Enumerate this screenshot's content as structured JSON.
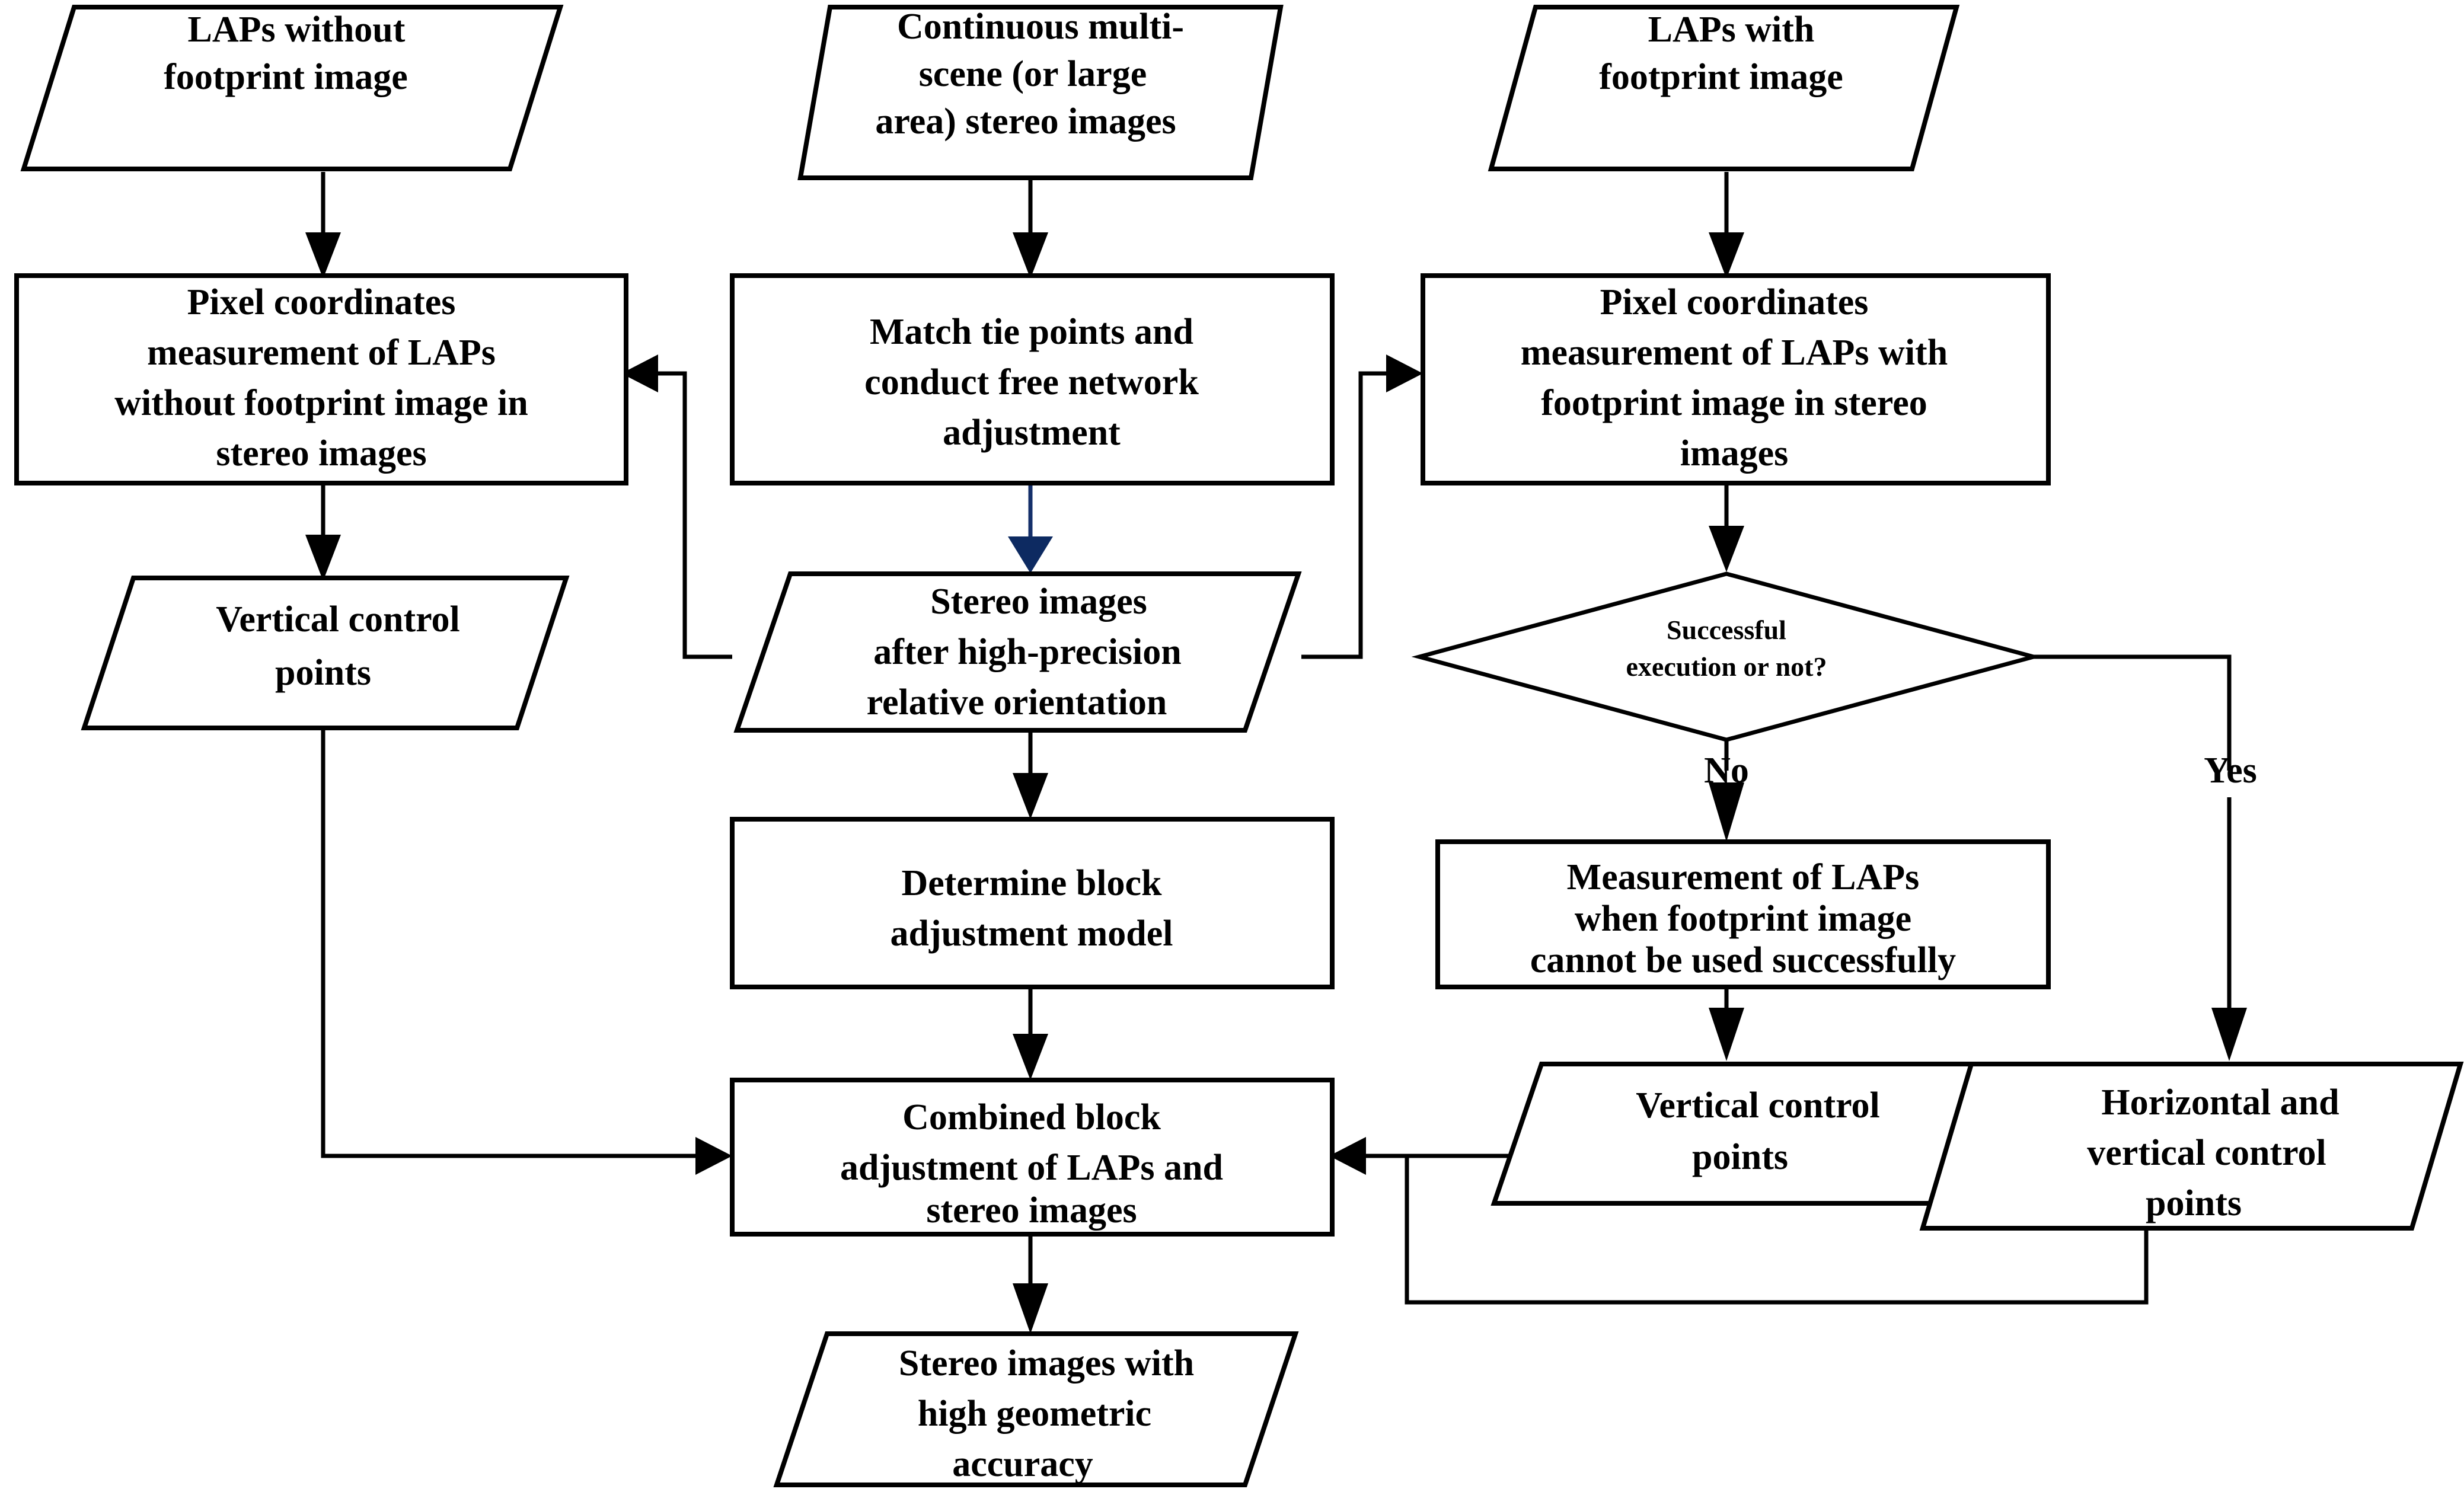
{
  "diagram": {
    "type": "flowchart",
    "title": "",
    "orientation": "top-to-bottom",
    "accent_colors": {
      "line": "#000000",
      "highlight_arrow": "#16306b",
      "node_fill": "#ffffff"
    },
    "nodes": [
      {
        "id": "laps_without",
        "shape": "parallelogram",
        "column": "left",
        "lines": [
          "LAPs without",
          "footprint image"
        ]
      },
      {
        "id": "continuous_stereo",
        "shape": "parallelogram",
        "column": "center",
        "lines": [
          "Continuous multi-",
          "scene (or large",
          "area) stereo images"
        ]
      },
      {
        "id": "laps_with",
        "shape": "parallelogram",
        "column": "right",
        "lines": [
          "LAPs with",
          "footprint image"
        ]
      },
      {
        "id": "pixel_coords_without",
        "shape": "rectangle",
        "column": "left",
        "lines": [
          "Pixel coordinates",
          "measurement of LAPs",
          "without footprint image in",
          "stereo images"
        ]
      },
      {
        "id": "match_tie_points",
        "shape": "rectangle",
        "column": "center",
        "lines": [
          "Match tie points and",
          "conduct free network",
          "adjustment"
        ]
      },
      {
        "id": "pixel_coords_with",
        "shape": "rectangle",
        "column": "right",
        "lines": [
          "Pixel coordinates",
          "measurement of LAPs with",
          "footprint image in stereo",
          "images"
        ]
      },
      {
        "id": "vertical_control_left",
        "shape": "parallelogram",
        "column": "left",
        "lines": [
          "Vertical control",
          "points"
        ]
      },
      {
        "id": "stereo_after_relative",
        "shape": "parallelogram",
        "column": "center",
        "lines": [
          "Stereo images",
          "after high-precision",
          "relative orientation"
        ]
      },
      {
        "id": "successful_execution",
        "shape": "diamond",
        "column": "right",
        "lines": [
          "Successful",
          "execution or not?"
        ]
      },
      {
        "id": "determine_block_model",
        "shape": "rectangle",
        "column": "center",
        "lines": [
          "Determine block",
          "adjustment model"
        ]
      },
      {
        "id": "measurement_cannot_use",
        "shape": "rectangle",
        "column": "right",
        "lines": [
          "Measurement of LAPs",
          "when footprint image",
          "cannot be used successfully"
        ]
      },
      {
        "id": "combined_block_adjustment",
        "shape": "rectangle",
        "column": "center",
        "lines": [
          "Combined block",
          "adjustment of LAPs and",
          "stereo images"
        ]
      },
      {
        "id": "vertical_control_right",
        "shape": "parallelogram",
        "column": "right",
        "lines": [
          "Vertical control",
          "points"
        ]
      },
      {
        "id": "horizontal_vertical_control",
        "shape": "parallelogram",
        "column": "far-right",
        "lines": [
          "Horizontal and",
          "vertical control",
          "points"
        ]
      },
      {
        "id": "stereo_high_accuracy",
        "shape": "parallelogram",
        "column": "center",
        "lines": [
          "Stereo images with",
          "high geometric",
          "accuracy"
        ]
      }
    ],
    "edge_labels": [
      {
        "id": "branch_no",
        "text": "No"
      },
      {
        "id": "branch_yes",
        "text": "Yes"
      }
    ],
    "edges": [
      {
        "from": "laps_without",
        "to": "pixel_coords_without",
        "label": ""
      },
      {
        "from": "continuous_stereo",
        "to": "match_tie_points",
        "label": ""
      },
      {
        "from": "laps_with",
        "to": "pixel_coords_with",
        "label": ""
      },
      {
        "from": "pixel_coords_without",
        "to": "vertical_control_left",
        "label": ""
      },
      {
        "from": "match_tie_points",
        "to": "stereo_after_relative",
        "label": "",
        "color": "#16306b"
      },
      {
        "from": "stereo_after_relative",
        "to": "pixel_coords_without",
        "label": ""
      },
      {
        "from": "stereo_after_relative",
        "to": "pixel_coords_with",
        "label": ""
      },
      {
        "from": "stereo_after_relative",
        "to": "determine_block_model",
        "label": ""
      },
      {
        "from": "pixel_coords_with",
        "to": "successful_execution",
        "label": ""
      },
      {
        "from": "successful_execution",
        "to": "measurement_cannot_use",
        "label": "No"
      },
      {
        "from": "successful_execution",
        "to": "horizontal_vertical_control",
        "label": "Yes"
      },
      {
        "from": "measurement_cannot_use",
        "to": "vertical_control_right",
        "label": ""
      },
      {
        "from": "determine_block_model",
        "to": "combined_block_adjustment",
        "label": ""
      },
      {
        "from": "vertical_control_left",
        "to": "combined_block_adjustment",
        "label": ""
      },
      {
        "from": "vertical_control_right",
        "to": "combined_block_adjustment",
        "label": ""
      },
      {
        "from": "horizontal_vertical_control",
        "to": "combined_block_adjustment",
        "label": ""
      },
      {
        "from": "combined_block_adjustment",
        "to": "stereo_high_accuracy",
        "label": ""
      }
    ]
  },
  "text": {
    "n0_l0": "LAPs without",
    "n0_l1": "footprint image",
    "n1_l0": "Continuous multi-",
    "n1_l1": "scene (or large",
    "n1_l2": "area) stereo images",
    "n2_l0": "LAPs with",
    "n2_l1": "footprint image",
    "n3_l0": "Pixel coordinates",
    "n3_l1": "measurement of LAPs",
    "n3_l2": "without footprint image in",
    "n3_l3": "stereo images",
    "n4_l0": "Match tie points and",
    "n4_l1": "conduct free network",
    "n4_l2": "adjustment",
    "n5_l0": "Pixel coordinates",
    "n5_l1": "measurement of LAPs with",
    "n5_l2": "footprint image in stereo",
    "n5_l3": "images",
    "n6_l0": "Vertical control",
    "n6_l1": "points",
    "n7_l0": "Stereo images",
    "n7_l1": "after high-precision",
    "n7_l2": "relative orientation",
    "n8_l0": "Successful",
    "n8_l1": "execution or not?",
    "n9_l0": "Determine block",
    "n9_l1": "adjustment model",
    "n10_l0": "Measurement of LAPs",
    "n10_l1": "when footprint image",
    "n10_l2": "cannot be used successfully",
    "n11_l0": "Combined block",
    "n11_l1": "adjustment of LAPs and",
    "n11_l2": "stereo images",
    "n12_l0": "Vertical control",
    "n12_l1": "points",
    "n13_l0": "Horizontal and",
    "n13_l1": "vertical control",
    "n13_l2": "points",
    "n14_l0": "Stereo images with",
    "n14_l1": "high geometric",
    "n14_l2": "accuracy",
    "label_no": "No",
    "label_yes": "Yes"
  }
}
